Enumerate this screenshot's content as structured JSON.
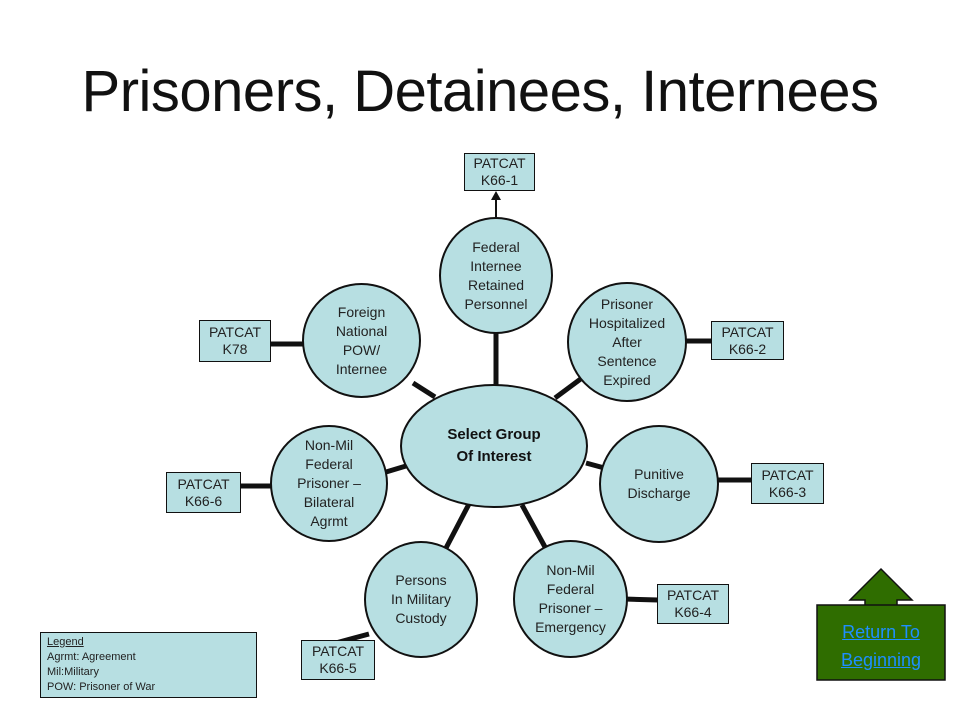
{
  "title": "Prisoners, Detainees, Internees",
  "center_node": "Select Group\nOf Interest",
  "nodes": [
    {
      "label": "Federal\nInternee\nRetained\nPersonnel",
      "patcat": "PATCAT\nK66-1"
    },
    {
      "label": "Prisoner\nHospitalized\nAfter\nSentence\nExpired",
      "patcat": "PATCAT\nK66-2"
    },
    {
      "label": "Punitive\nDischarge",
      "patcat": "PATCAT\nK66-3"
    },
    {
      "label": "Non-Mil\nFederal\nPrisoner –\nEmergency",
      "patcat": "PATCAT\nK66-4"
    },
    {
      "label": "Persons\nIn Military\nCustody",
      "patcat": "PATCAT\nK66-5"
    },
    {
      "label": "Non-Mil\nFederal\nPrisoner –\nBilateral\nAgrmt",
      "patcat": "PATCAT\nK66-6"
    },
    {
      "label": "Foreign\nNational\nPOW/\nInternee",
      "patcat": "PATCAT\nK78"
    }
  ],
  "legend": {
    "title": "Legend",
    "items": [
      "Agrmt: Agreement",
      "Mil:Military",
      "POW: Prisoner of War"
    ]
  },
  "return_button": {
    "label": "Return To\nBeginning"
  },
  "colors": {
    "shape_fill": "#b7dfe2",
    "outline": "#111111",
    "button_fill": "#2f6d00",
    "link_text": "#1e8fff"
  }
}
